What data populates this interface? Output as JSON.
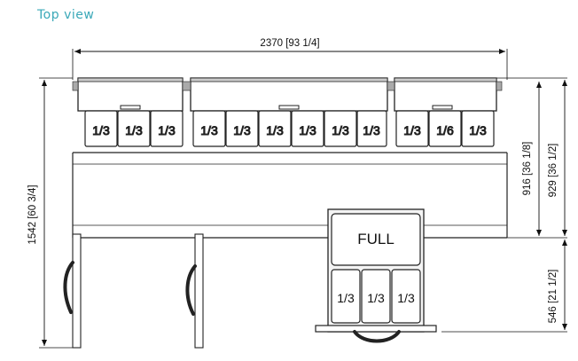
{
  "title": "Top view",
  "dimensions": {
    "width": "2370 [93 1/4]",
    "depth_total": "1542 [60 3/4]",
    "depth_pan_rail": "916 [36 1/8]",
    "depth_body": "929 [36 1/2]",
    "depth_cutting_board": "546 [21 1/2]"
  },
  "pans": {
    "left": [
      "1/3",
      "1/3",
      "1/3"
    ],
    "center": [
      "1/3",
      "1/3",
      "1/3",
      "1/3",
      "1/3",
      "1/3"
    ],
    "right": [
      "1/3",
      "1/6",
      "1/3"
    ],
    "cutout_full": "FULL",
    "cutout_small": [
      "1/3",
      "1/3",
      "1/3"
    ]
  }
}
